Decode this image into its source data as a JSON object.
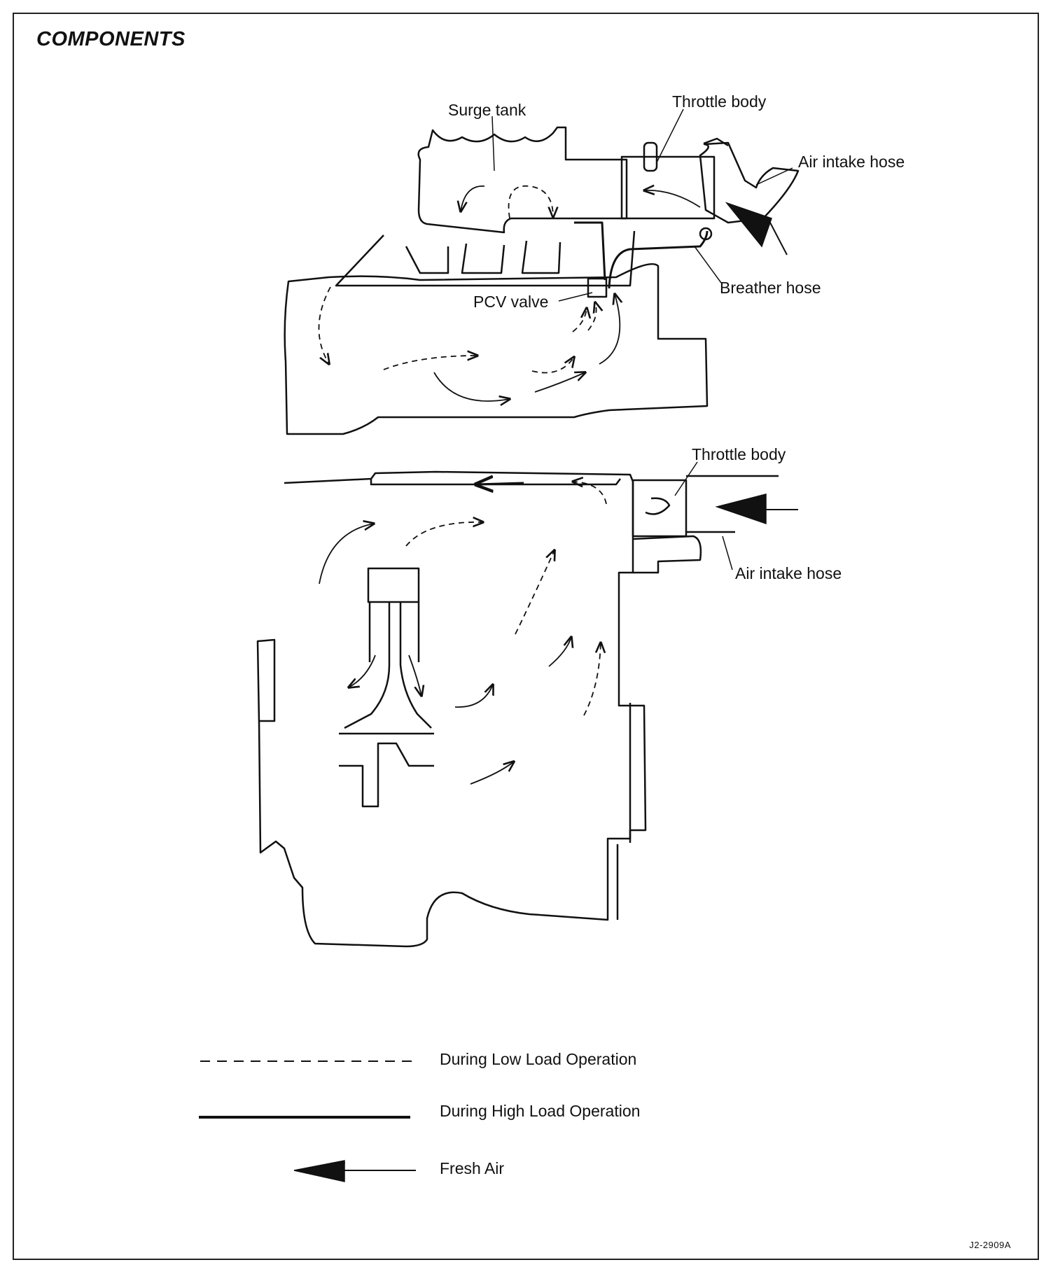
{
  "title": "COMPONENTS",
  "labels": {
    "surge_tank": "Surge tank",
    "throttle_body_top": "Throttle body",
    "air_intake_hose_top": "Air intake hose",
    "breather_hose": "Breather hose",
    "pcv_valve": "PCV valve",
    "throttle_body_bottom": "Throttle body",
    "air_intake_hose_bottom": "Air intake hose"
  },
  "legend": {
    "low_load": "During Low Load Operation",
    "high_load": "During High Load Operation",
    "fresh_air": "Fresh Air"
  },
  "reference_code": "J2-2909A"
}
